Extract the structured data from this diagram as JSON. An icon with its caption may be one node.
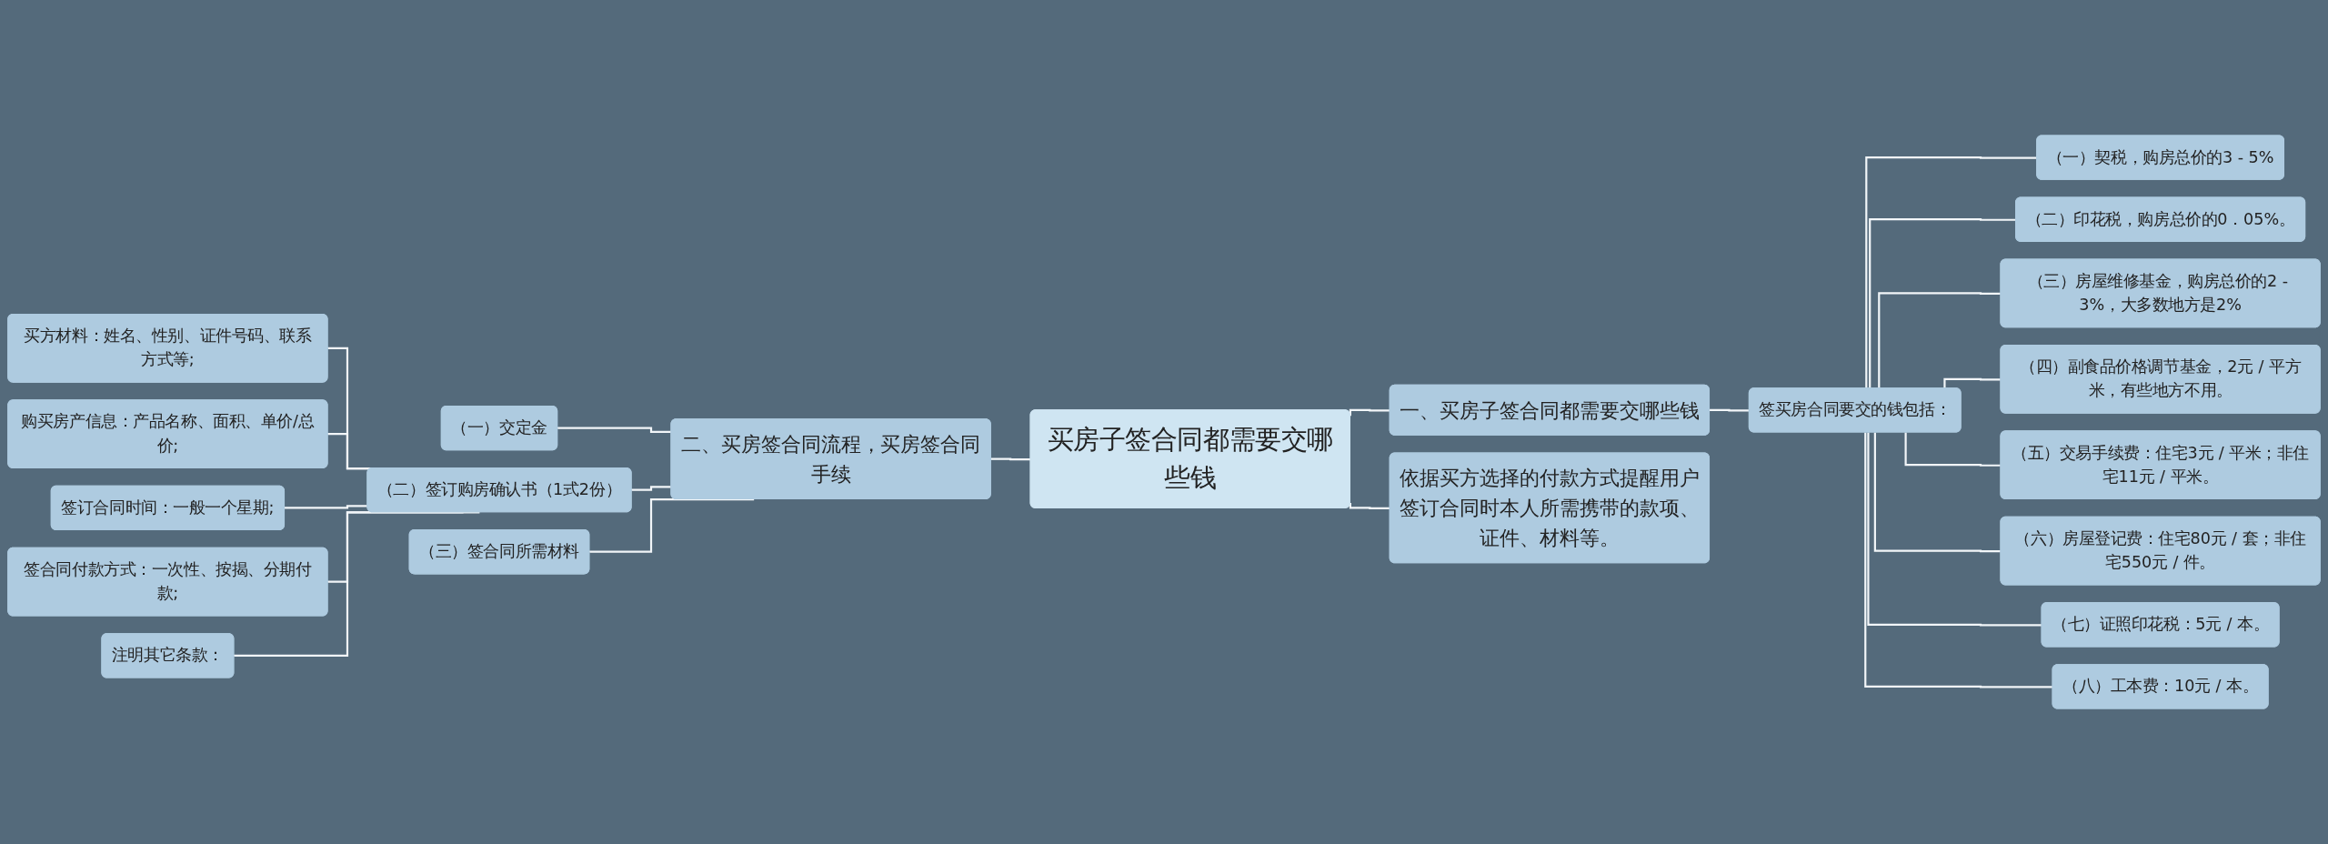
{
  "diagram": {
    "nodes": [
      {
        "text": [
          "买房子签合同都需要交哪些钱"
        ]
      },
      {
        "text": [
          "一、买房子签合同都需要交哪些钱"
        ]
      },
      {
        "text": [
          "签买房合同要交的钱包括："
        ]
      },
      {
        "text": [
          "（一）契税，购房总价的3 - 5%"
        ]
      },
      {
        "text": [
          "（二）印花税，购房总价的0．05%。"
        ]
      },
      {
        "text": [
          "（三）房屋维修基金，购房总价的2 - 3%，大多数地方是2%"
        ]
      },
      {
        "text": [
          "（四）副食品价格调节基金，2元 / 平方米，有些地方不用。"
        ]
      },
      {
        "text": [
          "（五）交易手续费：住宅3元 / 平米；非住宅11元 / 平米。"
        ]
      },
      {
        "text": [
          "（六）房屋登记费：住宅80元 / 套；非住宅550元 / 件。"
        ]
      },
      {
        "text": [
          "（七）证照印花税：5元 / 本。"
        ]
      },
      {
        "text": [
          "（八）工本费：10元 / 本。"
        ]
      },
      {
        "text": [
          "依据买方选择的付款方式提醒用户签订合同时本人所需携带的款项、证件、材料等。"
        ]
      },
      {
        "text": [
          "二、买房签合同流程，买房签合同手续"
        ]
      },
      {
        "text": [
          "（一）交定金"
        ]
      },
      {
        "text": [
          "（二）签订购房确认书（1式2份）"
        ]
      },
      {
        "text": [
          "买方材料：姓名、性别、证件号码、联系方式等;"
        ]
      },
      {
        "text": [
          "购买房产信息：产品名称、面积、单价/总价;"
        ]
      },
      {
        "text": [
          "签订合同时间：一般一个星期;"
        ]
      },
      {
        "text": [
          "签合同付款方式：一次性、按揭、分期付款;"
        ]
      },
      {
        "text": [
          "注明其它条款："
        ]
      },
      {
        "text": [
          "（三）签合同所需材料"
        ]
      }
    ],
    "edges": [
      {
        "from": 0,
        "to": 1,
        "arrow": "none"
      },
      {
        "from": 1,
        "to": 2,
        "arrow": "none"
      },
      {
        "from": 2,
        "to": 3,
        "arrow": "none"
      },
      {
        "from": 2,
        "to": 4,
        "arrow": "none"
      },
      {
        "from": 2,
        "to": 5,
        "arrow": "none"
      },
      {
        "from": 2,
        "to": 6,
        "arrow": "none"
      },
      {
        "from": 2,
        "to": 7,
        "arrow": "none"
      },
      {
        "from": 2,
        "to": 8,
        "arrow": "none"
      },
      {
        "from": 2,
        "to": 9,
        "arrow": "none"
      },
      {
        "from": 2,
        "to": 10,
        "arrow": "none"
      },
      {
        "from": 0,
        "to": 11,
        "arrow": "none"
      },
      {
        "from": 12,
        "to": 0,
        "arrow": "none"
      },
      {
        "from": 13,
        "to": 12,
        "arrow": "none"
      },
      {
        "from": 14,
        "to": 12,
        "arrow": "none"
      },
      {
        "from": 15,
        "to": 14,
        "arrow": "none"
      },
      {
        "from": 16,
        "to": 14,
        "arrow": "none"
      },
      {
        "from": 17,
        "to": 14,
        "arrow": "none"
      },
      {
        "from": 18,
        "to": 14,
        "arrow": "none"
      },
      {
        "from": 19,
        "to": 14,
        "arrow": "none"
      },
      {
        "from": 20,
        "to": 12,
        "arrow": "none"
      }
    ]
  }
}
